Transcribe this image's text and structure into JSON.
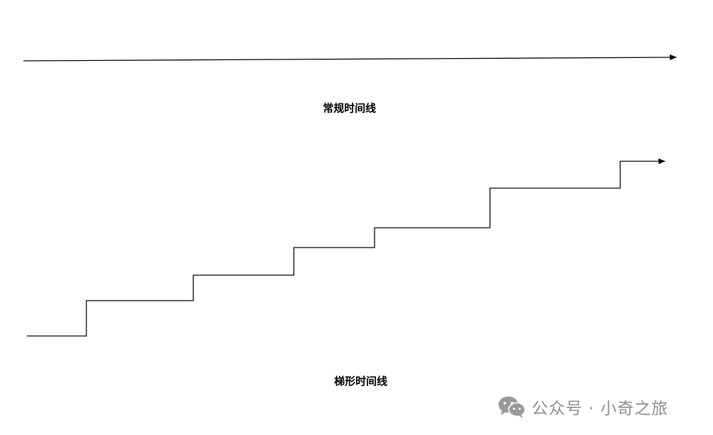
{
  "labels": {
    "regular_timeline": "常规时间线",
    "stepped_timeline": "梯形时间线"
  },
  "watermark": {
    "text": "公众号 · 小奇之旅",
    "icon": "wechat-icon",
    "color": "#8c8c8c"
  },
  "colors": {
    "line": "#000000",
    "background": "#ffffff"
  }
}
